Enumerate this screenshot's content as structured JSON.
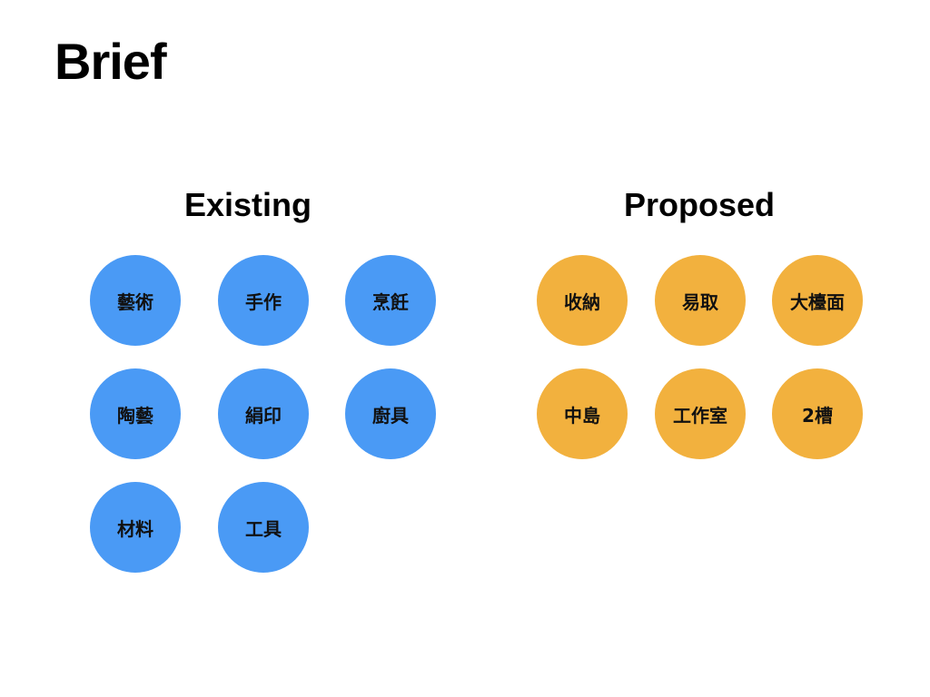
{
  "title": "Brief",
  "existing": {
    "heading": "Existing",
    "color": "#4a9af5",
    "items": [
      "藝術",
      "手作",
      "烹飪",
      "陶藝",
      "絹印",
      "廚具",
      "材料",
      "工具"
    ]
  },
  "proposed": {
    "heading": "Proposed",
    "color": "#f2b13e",
    "items": [
      "收納",
      "易取",
      "大檯面",
      "中島",
      "工作室",
      "2槽"
    ]
  }
}
